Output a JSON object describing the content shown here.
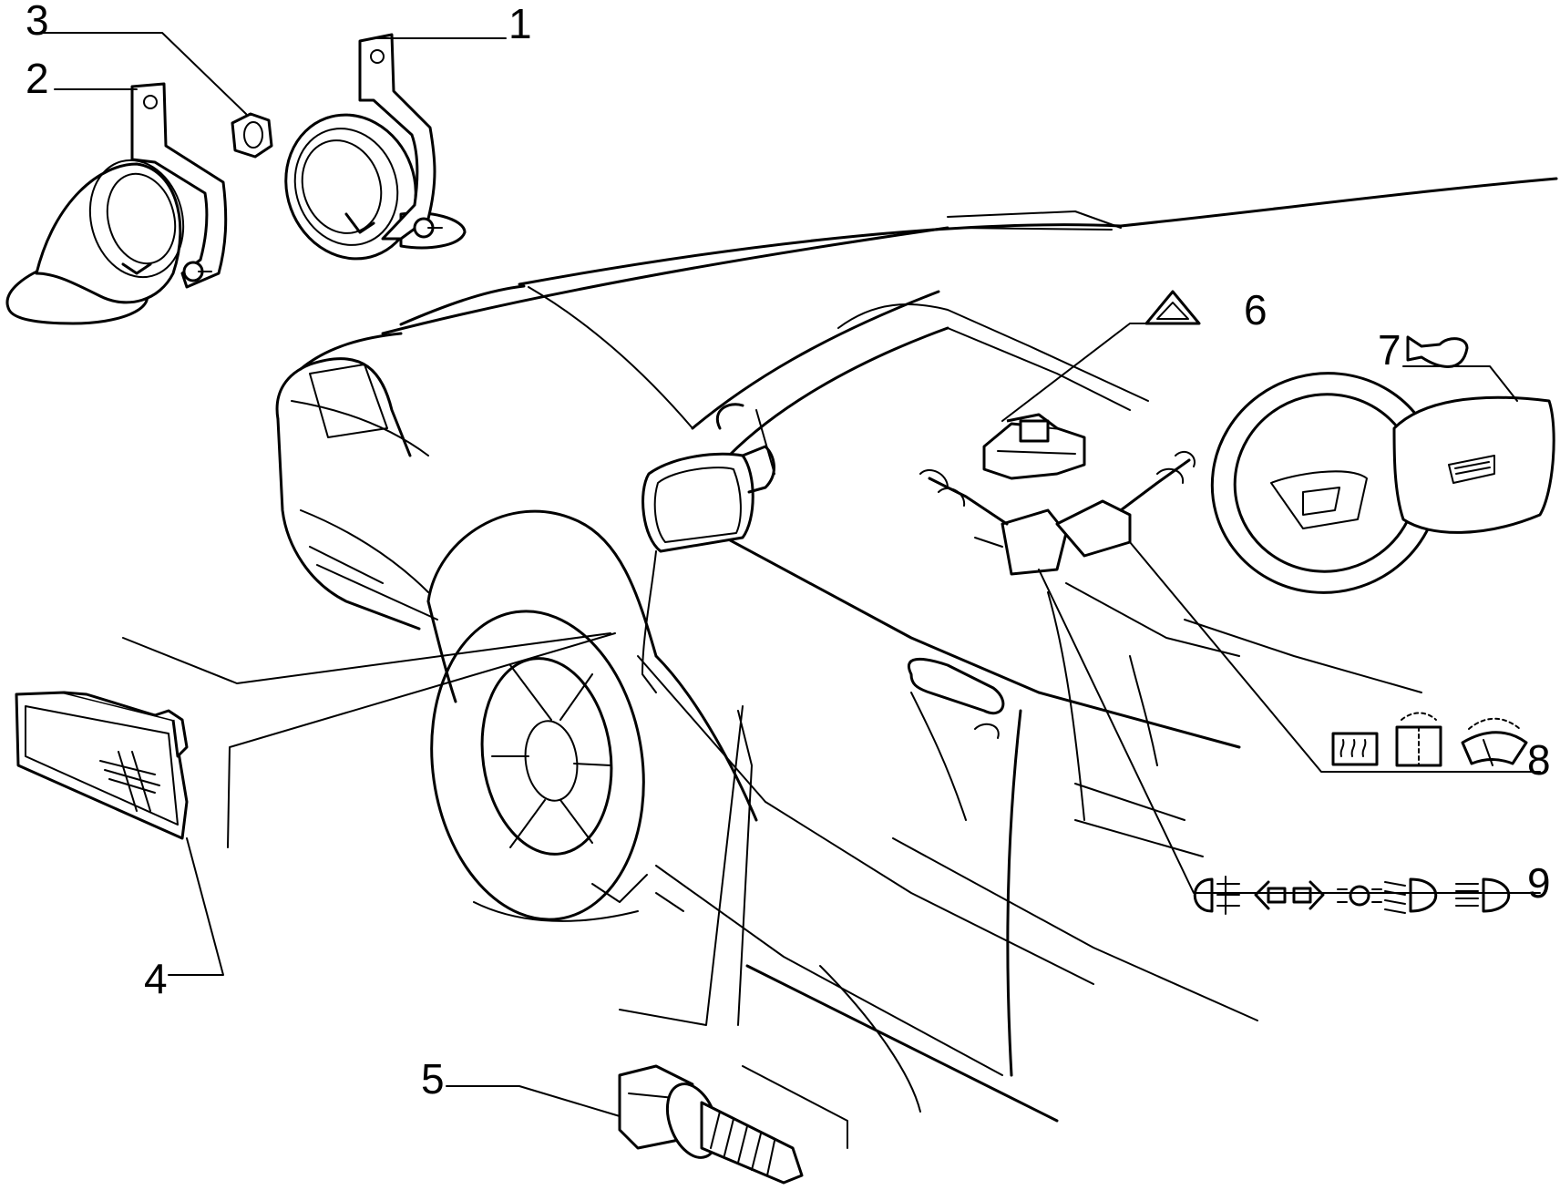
{
  "callouts": [
    {
      "id": "c1",
      "label": "1"
    },
    {
      "id": "c2",
      "label": "2"
    },
    {
      "id": "c3",
      "label": "3"
    },
    {
      "id": "c4",
      "label": "4"
    },
    {
      "id": "c5",
      "label": "5"
    },
    {
      "id": "c6",
      "label": "6"
    },
    {
      "id": "c7",
      "label": "7"
    },
    {
      "id": "c8",
      "label": "8"
    },
    {
      "id": "c9",
      "label": "9"
    }
  ],
  "symbols": {
    "callout_6": [
      "hazard-warning-triangle-icon"
    ],
    "callout_7": [
      "horn-icon"
    ],
    "callout_8": [
      "rear-window-defrost-icon",
      "rear-wiper-washer-icon",
      "front-wiper-washer-icon"
    ],
    "callout_9": [
      "rear-fog-light-icon",
      "left-turn-signal-icon",
      "right-turn-signal-icon",
      "side-lights-icon",
      "dipped-beam-icon",
      "main-beam-icon"
    ]
  }
}
